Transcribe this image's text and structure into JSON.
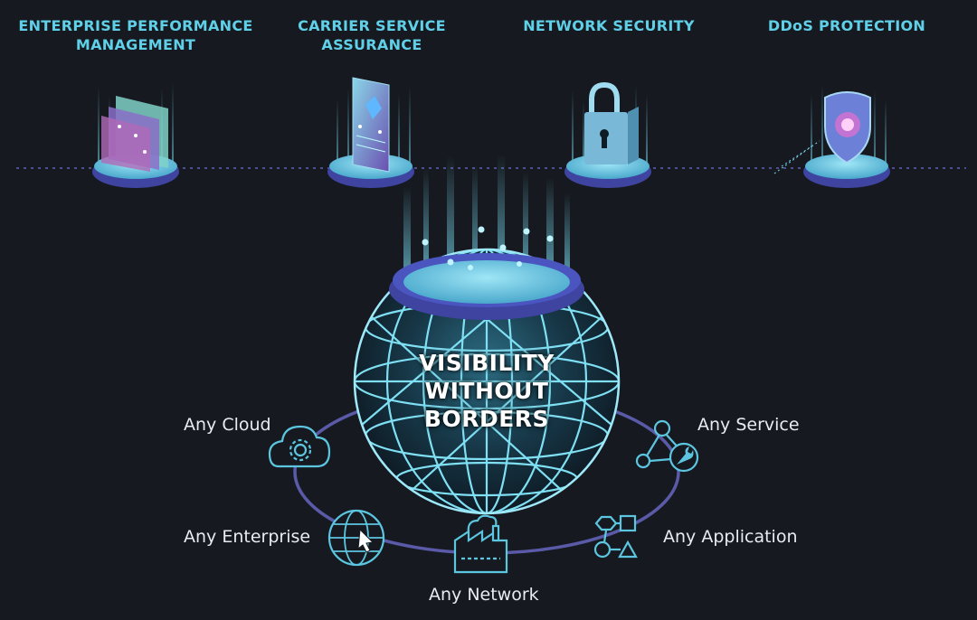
{
  "categories": [
    {
      "title": "ENTERPRISE PERFORMANCE\nMANAGEMENT",
      "icon": "layered-charts-icon"
    },
    {
      "title": "CARRIER SERVICE ASSURANCE",
      "icon": "mobile-device-icon"
    },
    {
      "title": "NETWORK SECURITY",
      "icon": "padlock-icon"
    },
    {
      "title": "DDoS PROTECTION",
      "icon": "shield-icon"
    }
  ],
  "center": {
    "line1": "VISIBILITY",
    "line2": "WITHOUT",
    "line3": "BORDERS",
    "icon": "globe-icon"
  },
  "ring_items": [
    {
      "label": "Any Cloud",
      "icon": "cloud-gear-icon"
    },
    {
      "label": "Any Enterprise",
      "icon": "globe-cursor-icon"
    },
    {
      "label": "Any Network",
      "icon": "factory-icon"
    },
    {
      "label": "Any Application",
      "icon": "shapes-flow-icon"
    },
    {
      "label": "Any Service",
      "icon": "service-wrench-icon"
    }
  ],
  "colors": {
    "background": "#161a20",
    "title": "#5fd0e8",
    "cyan": "#5cc6e0",
    "ring": "#5a5aa8",
    "platform": "#4a52b0"
  }
}
